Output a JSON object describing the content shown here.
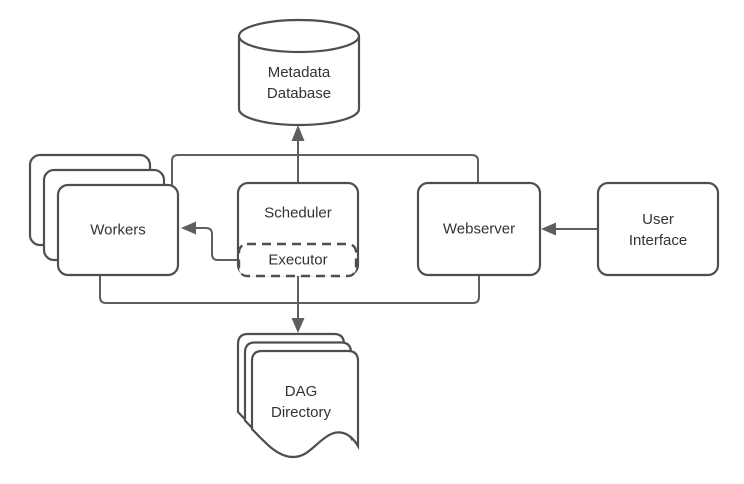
{
  "diagram": {
    "colors": {
      "shape_stroke": "#4f4f4f",
      "connector_stroke": "#5e5e5e",
      "text": "#333333",
      "shape_fill": "#ffffff",
      "background": "#ffffff"
    },
    "nodes": {
      "metadata_db": {
        "shape": "cylinder",
        "label_lines": [
          "Metadata",
          "Database"
        ]
      },
      "workers": {
        "shape": "stacked-rounded-rect",
        "count": 3,
        "label": "Workers"
      },
      "scheduler": {
        "shape": "rounded-rect",
        "label": "Scheduler"
      },
      "executor": {
        "shape": "dashed-rounded-rect",
        "label": "Executor"
      },
      "webserver": {
        "shape": "rounded-rect",
        "label": "Webserver"
      },
      "user_interface": {
        "shape": "rounded-rect",
        "label_lines": [
          "User",
          "Interface"
        ]
      },
      "dag_directory": {
        "shape": "stacked-document",
        "count": 3,
        "label_lines": [
          "DAG",
          "Directory"
        ]
      }
    },
    "edges": [
      {
        "from": "scheduler",
        "to": "metadata_db",
        "arrow": "to"
      },
      {
        "from": "workers",
        "to": "webserver",
        "via": "top-bus",
        "arrow": "none"
      },
      {
        "from": "executor",
        "to": "workers",
        "arrow": "to"
      },
      {
        "from": "user_interface",
        "to": "webserver",
        "arrow": "to"
      },
      {
        "from": "workers",
        "to": "webserver",
        "via": "bottom-bus",
        "arrow": "none"
      },
      {
        "from": "executor",
        "to": "dag_directory",
        "arrow": "to"
      }
    ]
  }
}
